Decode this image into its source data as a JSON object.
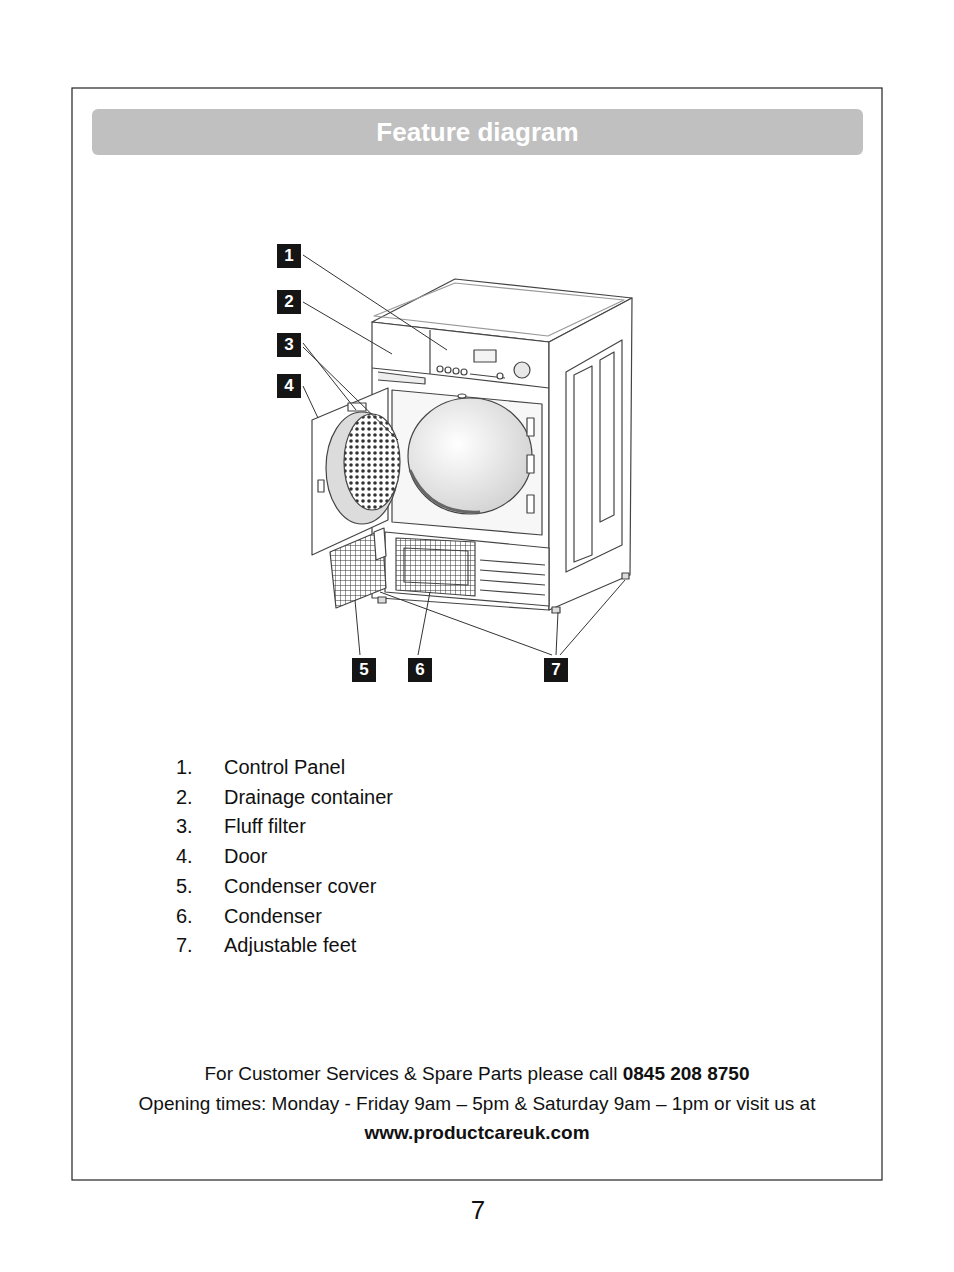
{
  "diagram": {
    "title": "Feature diagram",
    "labels": [
      "1",
      "2",
      "3",
      "4",
      "5",
      "6",
      "7",
      "1.",
      "Control Panel",
      "2.",
      "Drainage container",
      "3.",
      "Fluff filter",
      "4.",
      "Door",
      "5.",
      "Condenser cover",
      "6.",
      "Condenser",
      "7.",
      "Adjustable feet",
      "For Customer Services & Spare Parts please call",
      "0845 208 8750",
      "Opening times: Monday - Friday 9am – 5pm & Saturday 9am – 1pm or visit us at",
      "www.productcareuk.com",
      "7"
    ]
  }
}
